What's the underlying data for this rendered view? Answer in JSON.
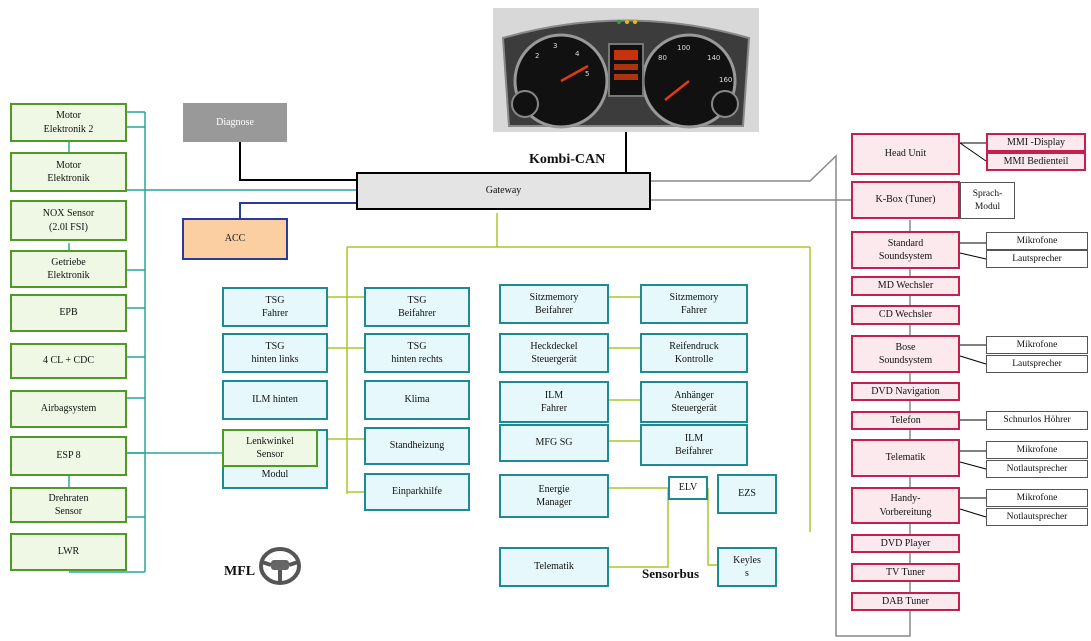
{
  "labels": {
    "kombi_can": "Kombi-CAN",
    "mfl": "MFL",
    "sensorbus": "Sensorbus"
  },
  "central": {
    "diagnose": "Diagnose",
    "gateway": "Gateway",
    "acc": "ACC"
  },
  "left": [
    "Motor\nElektronik 2",
    "Motor\nElektronik",
    "NOX Sensor\n(2.0l FSI)",
    "Getriebe\nElektronik",
    "EPB",
    "4 CL + CDC",
    "Airbagsystem",
    "ESP 8",
    "Drehraten\nSensor",
    "LWR"
  ],
  "comfort": {
    "tsg_fahrer": "TSG\nFahrer",
    "tsg_beifahrer": "TSG\nBeifahrer",
    "tsg_hl": "TSG\nhinten links",
    "tsg_hr": "TSG\nhinten rechts",
    "ilm_hinten": "ILM hinten",
    "klima": "Klima",
    "lenksaeulen": "Lenksäulen\nModul",
    "lenkwinkel": "Lenkwinkel\nSensor",
    "standheizung": "Standheizung",
    "einparkhilfe": "Einparkhilfe",
    "sitzmemory_bf": "Sitzmemory\nBeifahrer",
    "sitzmemory_f": "Sitzmemory\nFahrer",
    "heckdeckel": "Heckdeckel\nSteuergerät",
    "reifendruck": "Reifendruck\nKontrolle",
    "ilm_fahrer": "ILM\nFahrer",
    "anhaenger": "Anhänger\nSteuergerät",
    "mfg_sg": "MFG SG",
    "ilm_beifahrer": "ILM\nBeifahrer",
    "energie": "Energie\nManager",
    "elv": "ELV",
    "ezs": "EZS",
    "telematik": "Telematik",
    "keyless": "Keyles\ns"
  },
  "infotainment": {
    "head_unit": "Head  Unit",
    "mmi_display": "MMI -Display",
    "mmi_bedienteil": "MMI Bedienteil",
    "kbox": "K-Box (Tuner)",
    "sprach": "Sprach-\nModul",
    "standard_sound": "Standard\nSoundsystem",
    "mikrofone": "Mikrofone",
    "lautsprecher": "Lautsprecher",
    "md_wechsler": "MD Wechsler",
    "cd_wechsler": "CD Wechsler",
    "bose": "Bose\nSoundsystem",
    "dvd_nav": "DVD Navigation",
    "telefon": "Telefon",
    "schnurlos": "Schnurlos Höhrer",
    "telematik": "Telematik",
    "notlautsprecher": "Notlautsprecher",
    "handy": "Handy-\nVorbereitung",
    "dvd_player": "DVD Player",
    "tv_tuner": "TV Tuner",
    "dab_tuner": "DAB Tuner"
  },
  "colors": {
    "green": "#4e9a22",
    "cyan": "#1e8a94",
    "red": "#c61f4f",
    "lime_bus": "#a6c92a",
    "teal_bus": "#2aa59b",
    "gray_bus": "#888888",
    "acc_fill": "#fbcfa2",
    "gateway_fill": "#e4e4e4"
  }
}
